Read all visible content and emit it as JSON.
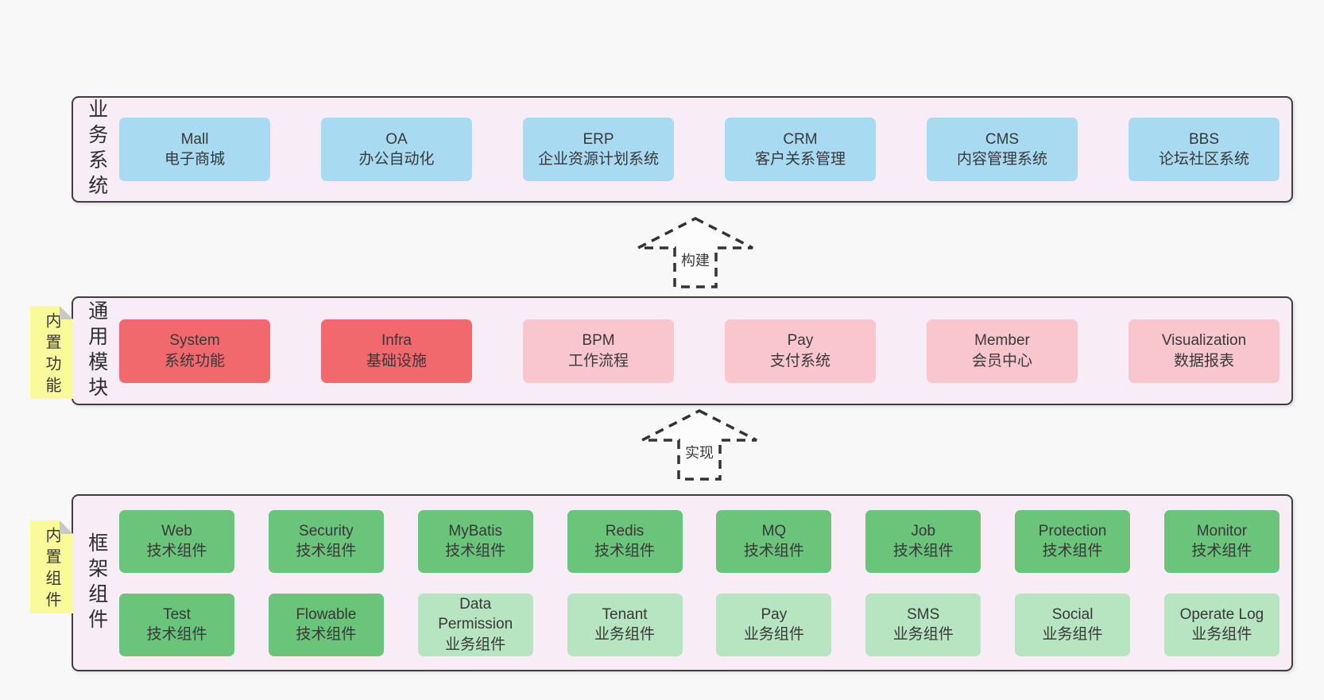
{
  "colors": {
    "page_bg": "#f8f8f8",
    "band_bg": "#f8edf6",
    "band_border": "#3f3f3f",
    "blue": "#a8daf2",
    "red": "#f1696d",
    "pink": "#f9c6ce",
    "green": "#6ac47a",
    "light_green": "#b8e5c1",
    "note_yellow": "#fbfa9b",
    "note_fold": "#c8c8c8",
    "text": "#383838"
  },
  "arrows": [
    {
      "label": "构建"
    },
    {
      "label": "实现"
    }
  ],
  "bands": [
    {
      "label": "业务系统",
      "rows": [
        [
          {
            "en": "Mall",
            "zh": "电子商城",
            "variant": "blue"
          },
          {
            "en": "OA",
            "zh": "办公自动化",
            "variant": "blue"
          },
          {
            "en": "ERP",
            "zh": "企业资源计划系统",
            "variant": "blue"
          },
          {
            "en": "CRM",
            "zh": "客户关系管理",
            "variant": "blue"
          },
          {
            "en": "CMS",
            "zh": "内容管理系统",
            "variant": "blue"
          },
          {
            "en": "BBS",
            "zh": "论坛社区系统",
            "variant": "blue"
          }
        ]
      ]
    },
    {
      "label": "通用模块",
      "note": "内置功能",
      "rows": [
        [
          {
            "en": "System",
            "zh": "系统功能",
            "variant": "red"
          },
          {
            "en": "Infra",
            "zh": "基础设施",
            "variant": "red"
          },
          {
            "en": "BPM",
            "zh": "工作流程",
            "variant": "pink"
          },
          {
            "en": "Pay",
            "zh": "支付系统",
            "variant": "pink"
          },
          {
            "en": "Member",
            "zh": "会员中心",
            "variant": "pink"
          },
          {
            "en": "Visualization",
            "zh": "数据报表",
            "variant": "pink"
          }
        ]
      ]
    },
    {
      "label": "框架组件",
      "note": "内置组件",
      "rows": [
        [
          {
            "en": "Web",
            "zh": "技术组件",
            "variant": "green"
          },
          {
            "en": "Security",
            "zh": "技术组件",
            "variant": "green"
          },
          {
            "en": "MyBatis",
            "zh": "技术组件",
            "variant": "green"
          },
          {
            "en": "Redis",
            "zh": "技术组件",
            "variant": "green"
          },
          {
            "en": "MQ",
            "zh": "技术组件",
            "variant": "green"
          },
          {
            "en": "Job",
            "zh": "技术组件",
            "variant": "green"
          },
          {
            "en": "Protection",
            "zh": "技术组件",
            "variant": "green"
          },
          {
            "en": "Monitor",
            "zh": "技术组件",
            "variant": "green"
          }
        ],
        [
          {
            "en": "Test",
            "zh": "技术组件",
            "variant": "green"
          },
          {
            "en": "Flowable",
            "zh": "技术组件",
            "variant": "green"
          },
          {
            "en": "Data Permission",
            "zh": "业务组件",
            "variant": "light-green"
          },
          {
            "en": "Tenant",
            "zh": "业务组件",
            "variant": "light-green"
          },
          {
            "en": "Pay",
            "zh": "业务组件",
            "variant": "light-green"
          },
          {
            "en": "SMS",
            "zh": "业务组件",
            "variant": "light-green"
          },
          {
            "en": "Social",
            "zh": "业务组件",
            "variant": "light-green"
          },
          {
            "en": "Operate Log",
            "zh": "业务组件",
            "variant": "light-green"
          }
        ]
      ]
    }
  ]
}
